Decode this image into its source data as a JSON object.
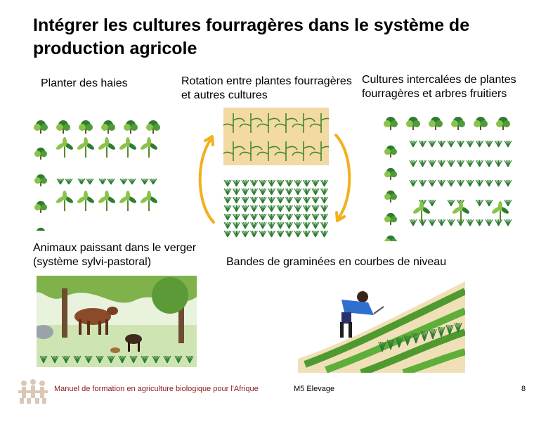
{
  "title": "Intégrer les cultures fourragères dans le système de production agricole",
  "labels": {
    "hedges": "Planter des haies",
    "rotation": "Rotation entre plantes fourragères  et autres cultures",
    "intercrop": "Cultures intercalées de plantes fourragères et arbres fruitiers",
    "animals": "Animaux paissant dans le verger (système sylvi-pastoral)",
    "strips": "Bandes de graminées en courbes de niveau"
  },
  "footer": {
    "manual": "Manuel de formation en agriculture biologique pour l'Afrique",
    "module": "M5 Elevage",
    "page": "8"
  },
  "colors": {
    "arrow": "#f2b01e",
    "footer_text": "#8a1a1a",
    "leaf_dark": "#2e7d32",
    "leaf_light": "#8bc34a",
    "soil": "#f3d9a4"
  },
  "icons": {
    "logo": "ifoam-people-logo-icon",
    "cycle_arrows": "curved-arrow-icon"
  }
}
